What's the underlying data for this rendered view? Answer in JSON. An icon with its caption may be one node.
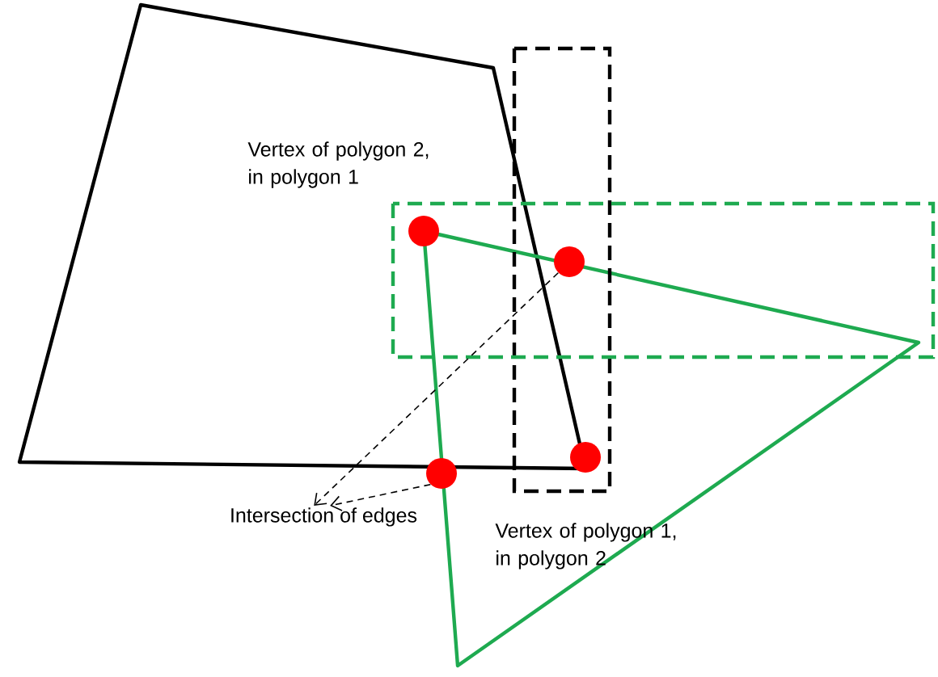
{
  "diagram": {
    "nodes": [
      {
        "text": [],
        "shape": "circle"
      },
      {
        "text": [],
        "shape": "circle"
      },
      {
        "text": [],
        "shape": "circle"
      },
      {
        "text": [],
        "shape": "circle"
      },
      {
        "text": [
          "Intersection of edges"
        ]
      }
    ],
    "edges": [
      {
        "from": 2,
        "to": 4,
        "arrow": "to",
        "style": "dashed"
      },
      {
        "from": 1,
        "to": 4,
        "arrow": "to",
        "style": "dashed"
      }
    ],
    "labels": [
      "Vertex of polygon 2, in polygon 1",
      "Vertex of polygon 1, in polygon 2"
    ]
  }
}
